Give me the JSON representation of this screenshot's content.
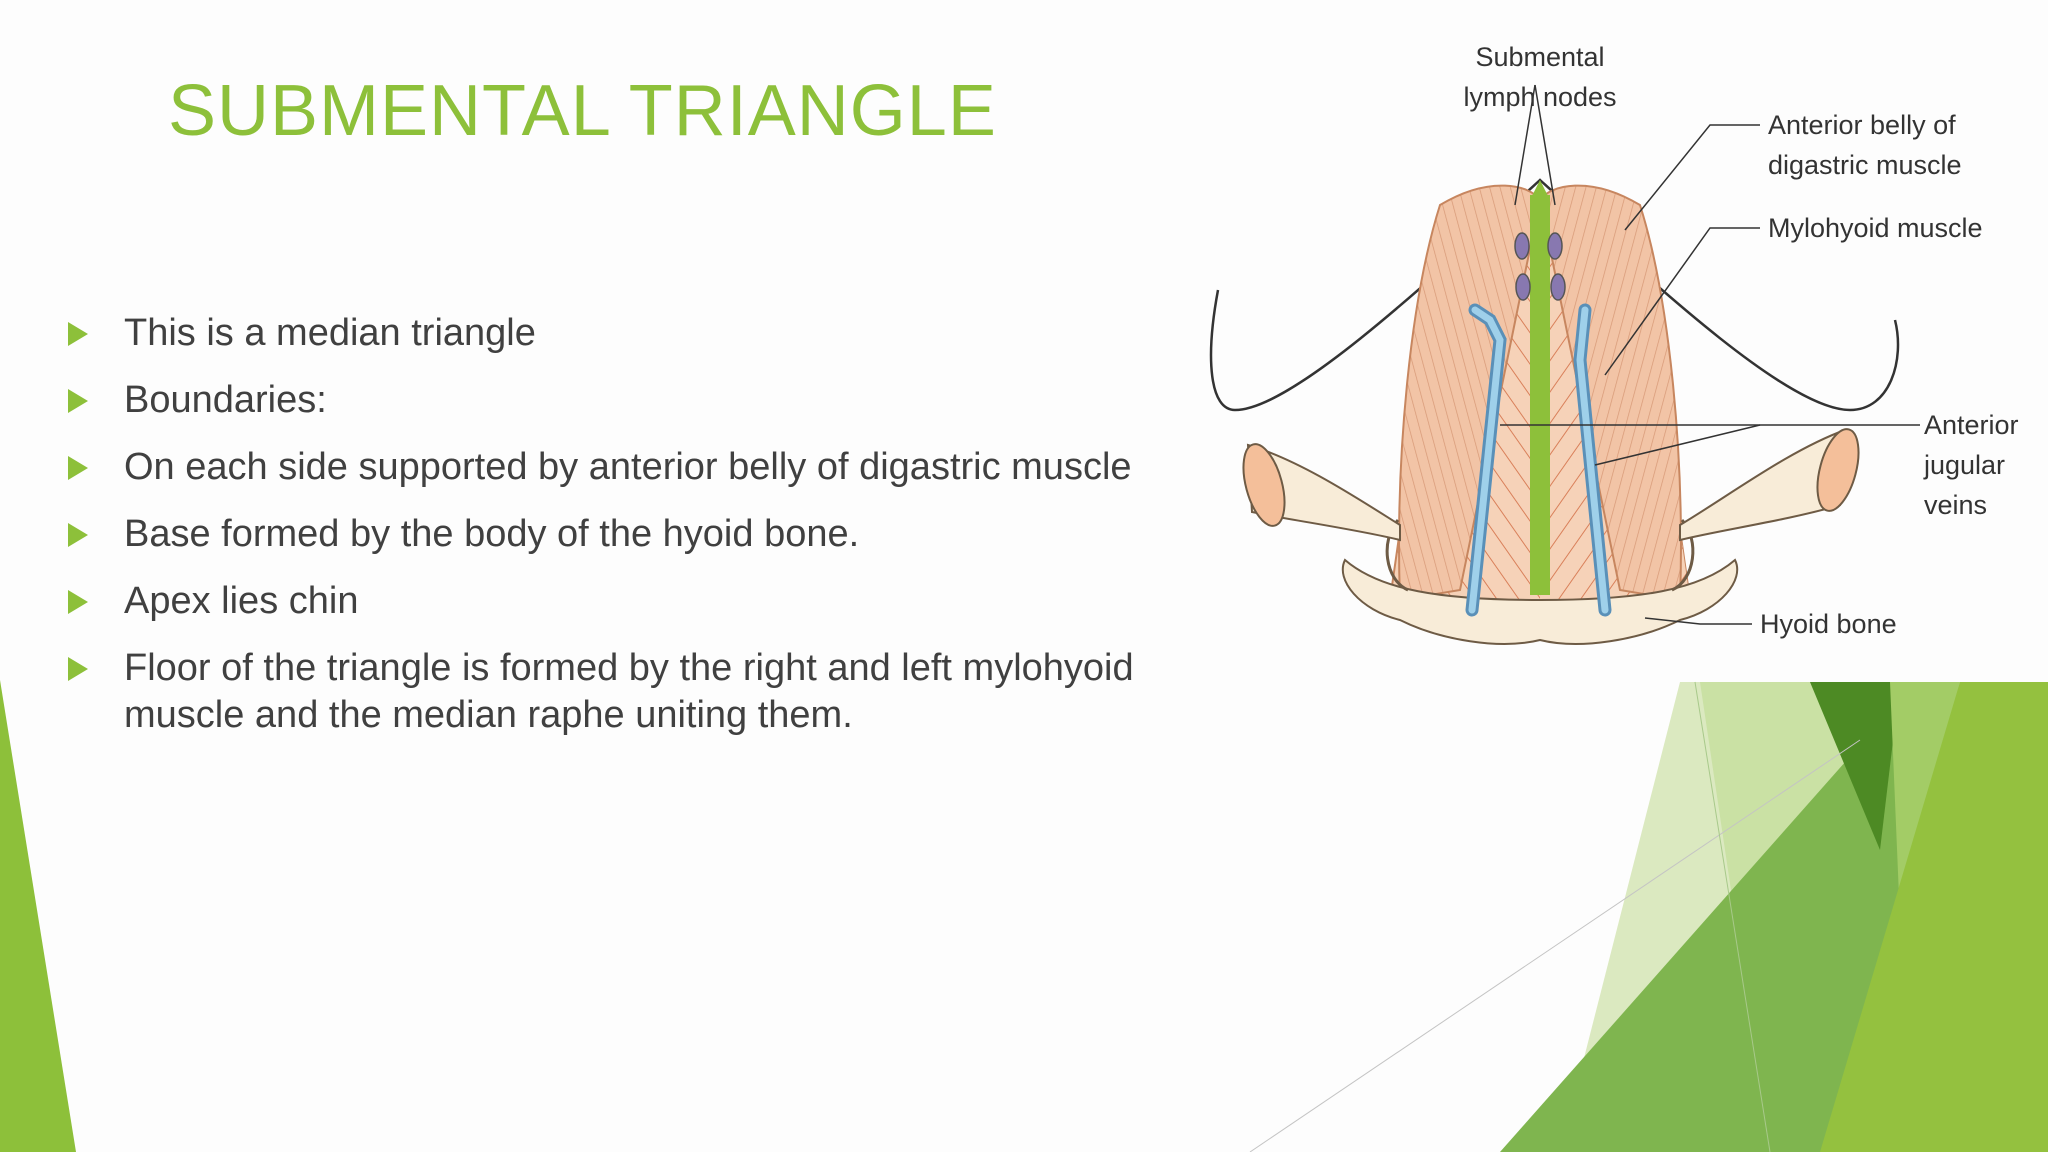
{
  "slide": {
    "title": "SUBMENTAL TRIANGLE",
    "accent_color": "#8dc03a",
    "bullets": [
      "This is a median triangle",
      "Boundaries:",
      "On each side supported by anterior belly of digastric muscle",
      "Base formed by the body of the hyoid bone.",
      "Apex lies chin",
      "Floor of the triangle is formed by the right and left mylohyoid muscle and the median raphe uniting them."
    ]
  },
  "figure": {
    "labels": {
      "submental_line1": "Submental",
      "submental_line2": "lymph nodes",
      "digastric_line1": "Anterior belly of",
      "digastric_line2": "digastric muscle",
      "mylohyoid": "Mylohyoid muscle",
      "jugular_line1": "Anterior",
      "jugular_line2": "jugular",
      "jugular_line3": "veins",
      "hyoid": "Hyoid bone"
    }
  }
}
